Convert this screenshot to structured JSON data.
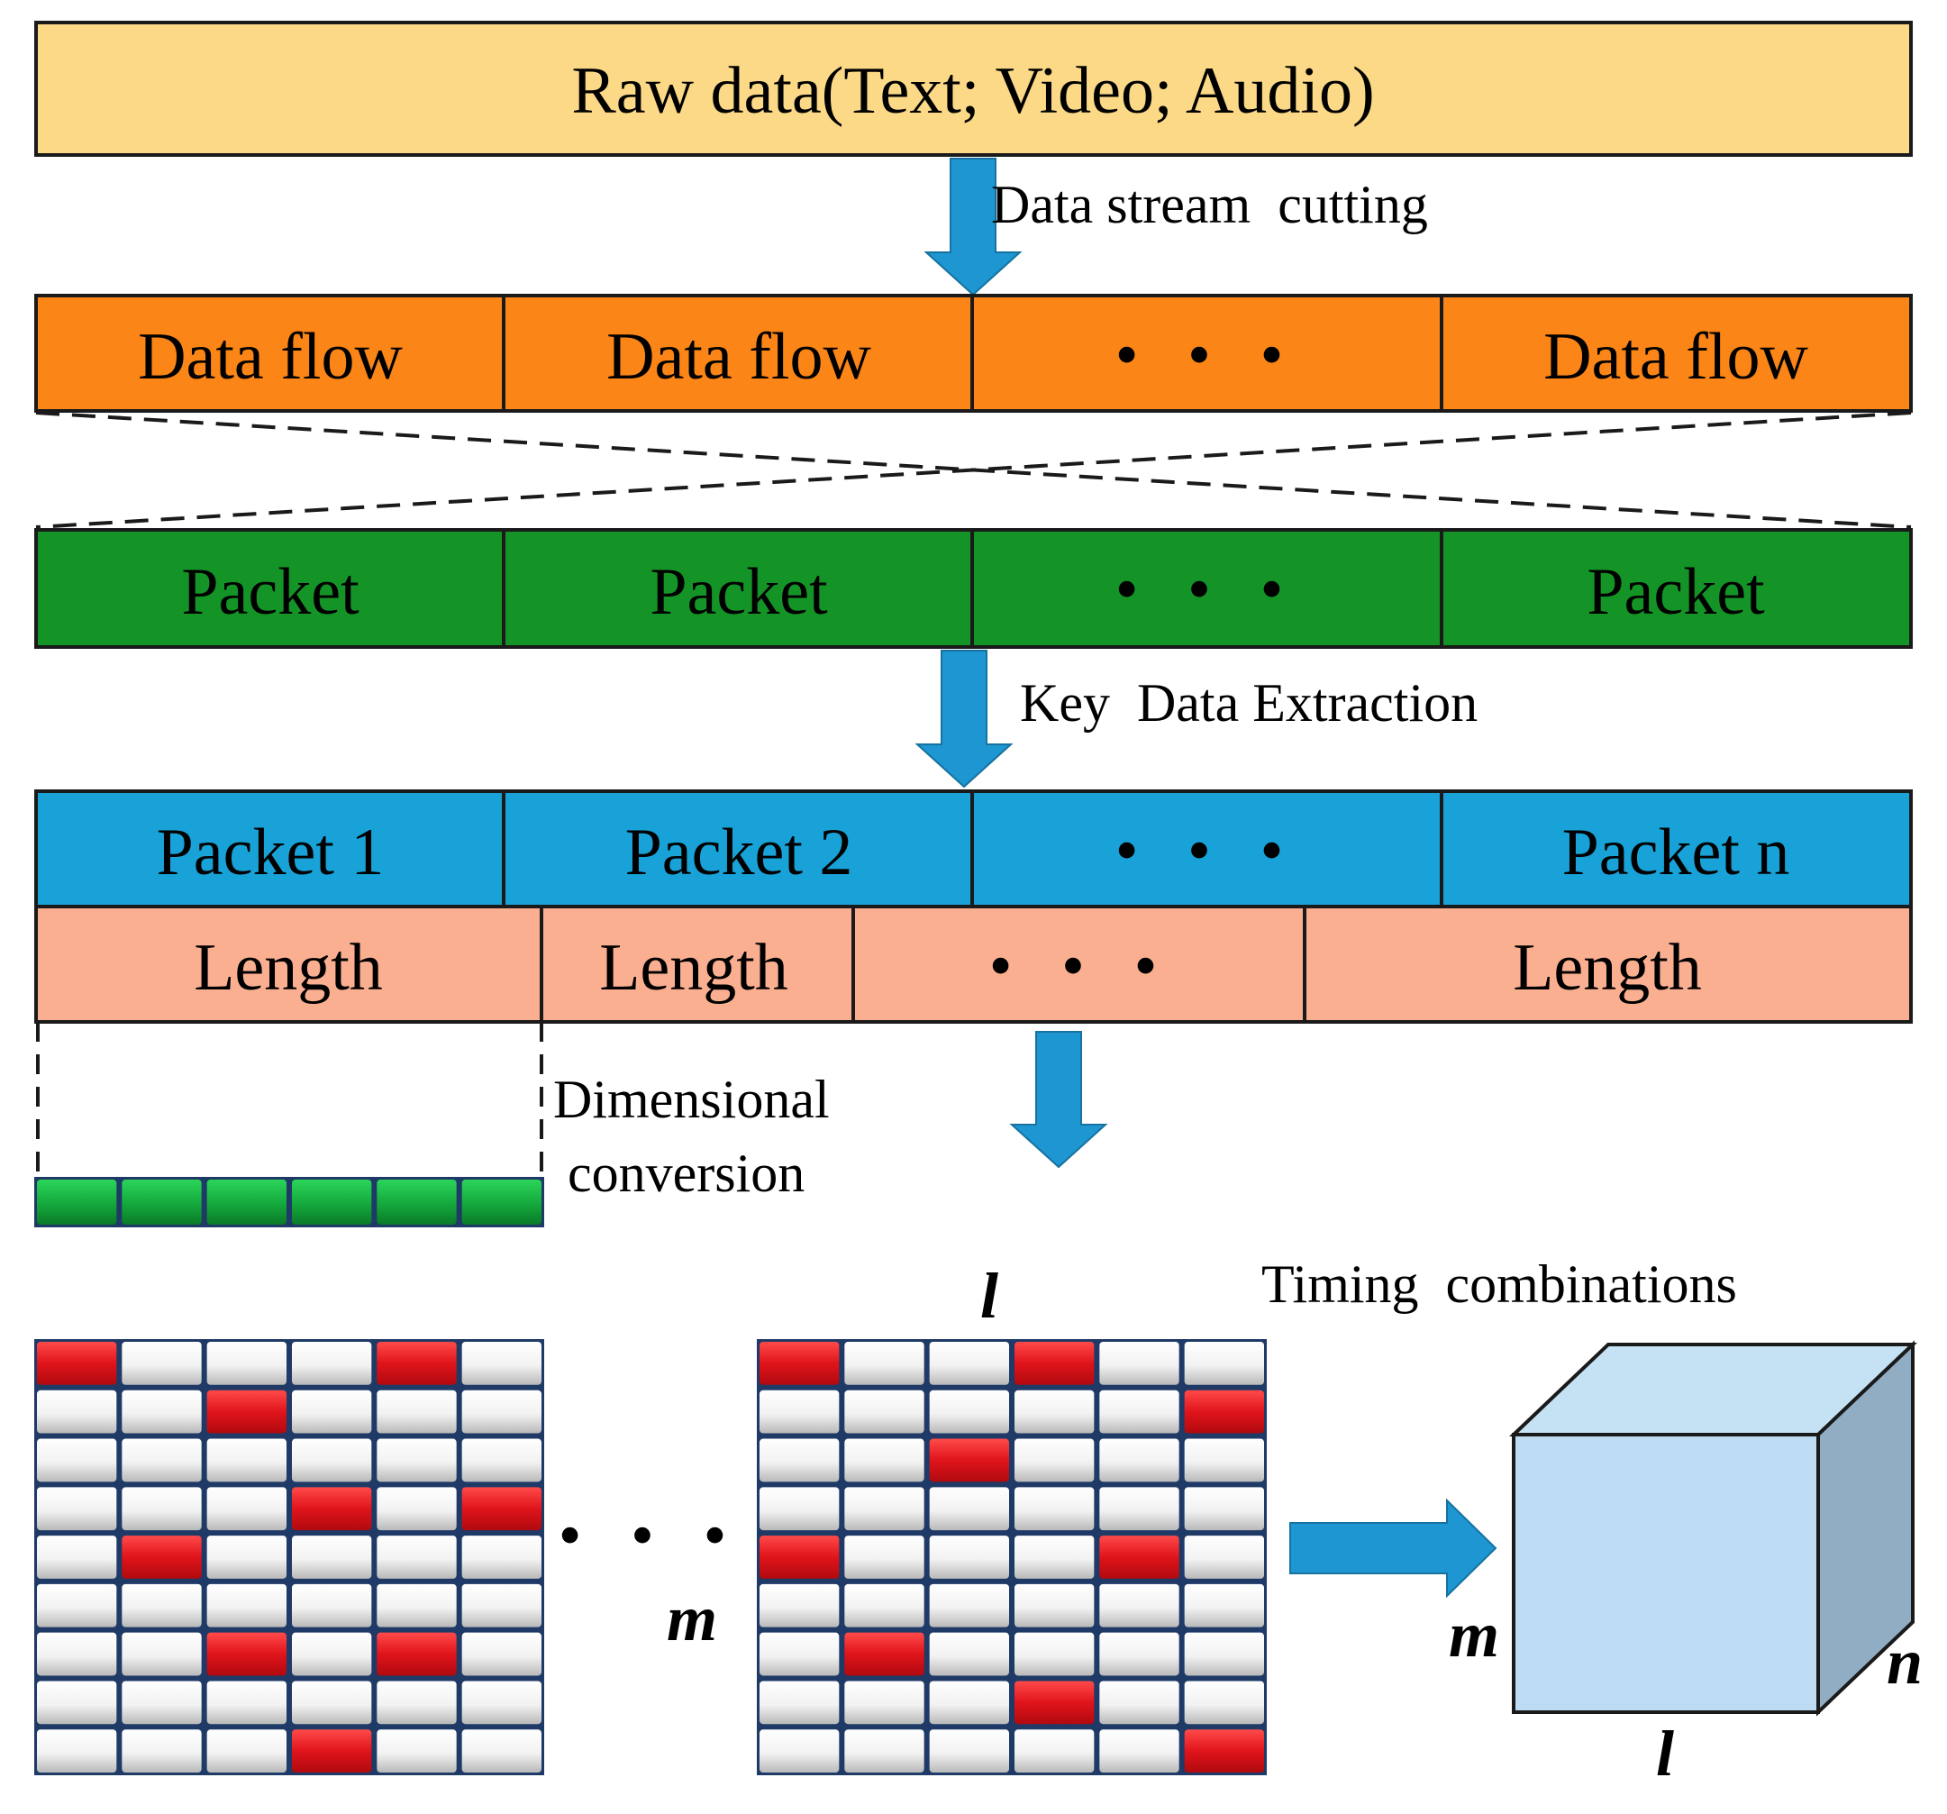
{
  "raw_data": {
    "label": "Raw data(Text; Video; Audio)"
  },
  "steps": {
    "cutting": "Data stream  cutting",
    "extraction": "Key  Data Extraction",
    "dimensional": [
      "Dimensional",
      "conversion"
    ],
    "timing": "Timing  combinations"
  },
  "data_flow_row": [
    "Data flow",
    "Data flow",
    "• • •",
    "Data flow"
  ],
  "packet_row": [
    "Packet",
    "Packet",
    "• • •",
    "Packet"
  ],
  "numbered_packet_row": [
    "Packet 1",
    "Packet 2",
    "• • •",
    "Packet n"
  ],
  "length_row": [
    "Length",
    "Length",
    "• • •",
    "Length"
  ],
  "matrix_dots": "• • •",
  "dimension_labels": {
    "l": "l",
    "m": "m",
    "n": "n"
  },
  "matrix_left": {
    "rows": 9,
    "cols": 6,
    "red_cells": [
      [
        0,
        0
      ],
      [
        0,
        4
      ],
      [
        1,
        2
      ],
      [
        3,
        3
      ],
      [
        3,
        5
      ],
      [
        4,
        1
      ],
      [
        6,
        2
      ],
      [
        6,
        4
      ],
      [
        8,
        3
      ]
    ]
  },
  "matrix_right": {
    "rows": 9,
    "cols": 6,
    "red_cells": [
      [
        0,
        0
      ],
      [
        0,
        3
      ],
      [
        1,
        5
      ],
      [
        2,
        2
      ],
      [
        4,
        0
      ],
      [
        4,
        4
      ],
      [
        6,
        1
      ],
      [
        7,
        3
      ],
      [
        8,
        5
      ]
    ]
  },
  "colors": {
    "raw": "#FCD987",
    "flow": "#FB8516",
    "packet": "#149426",
    "packet_numbered": "#18A2D8",
    "length": "#FBAF91",
    "arrow": "#1E96D2",
    "cube_front": "#BDDCF3",
    "cube_top": "#C5E2F5",
    "cube_side": "#90ADC3",
    "red": "#E0141B"
  }
}
